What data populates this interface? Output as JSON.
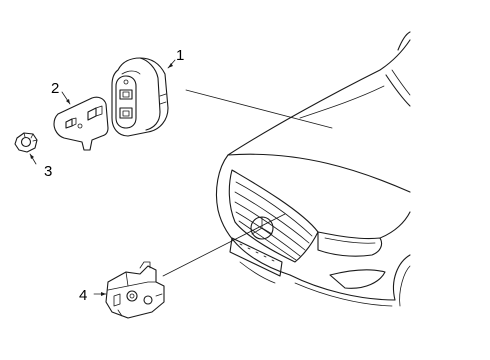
{
  "callouts": [
    {
      "number": "1",
      "part": "horn"
    },
    {
      "number": "2",
      "part": "mounting-bracket"
    },
    {
      "number": "3",
      "part": "nut"
    },
    {
      "number": "4",
      "part": "hood-latch"
    }
  ]
}
